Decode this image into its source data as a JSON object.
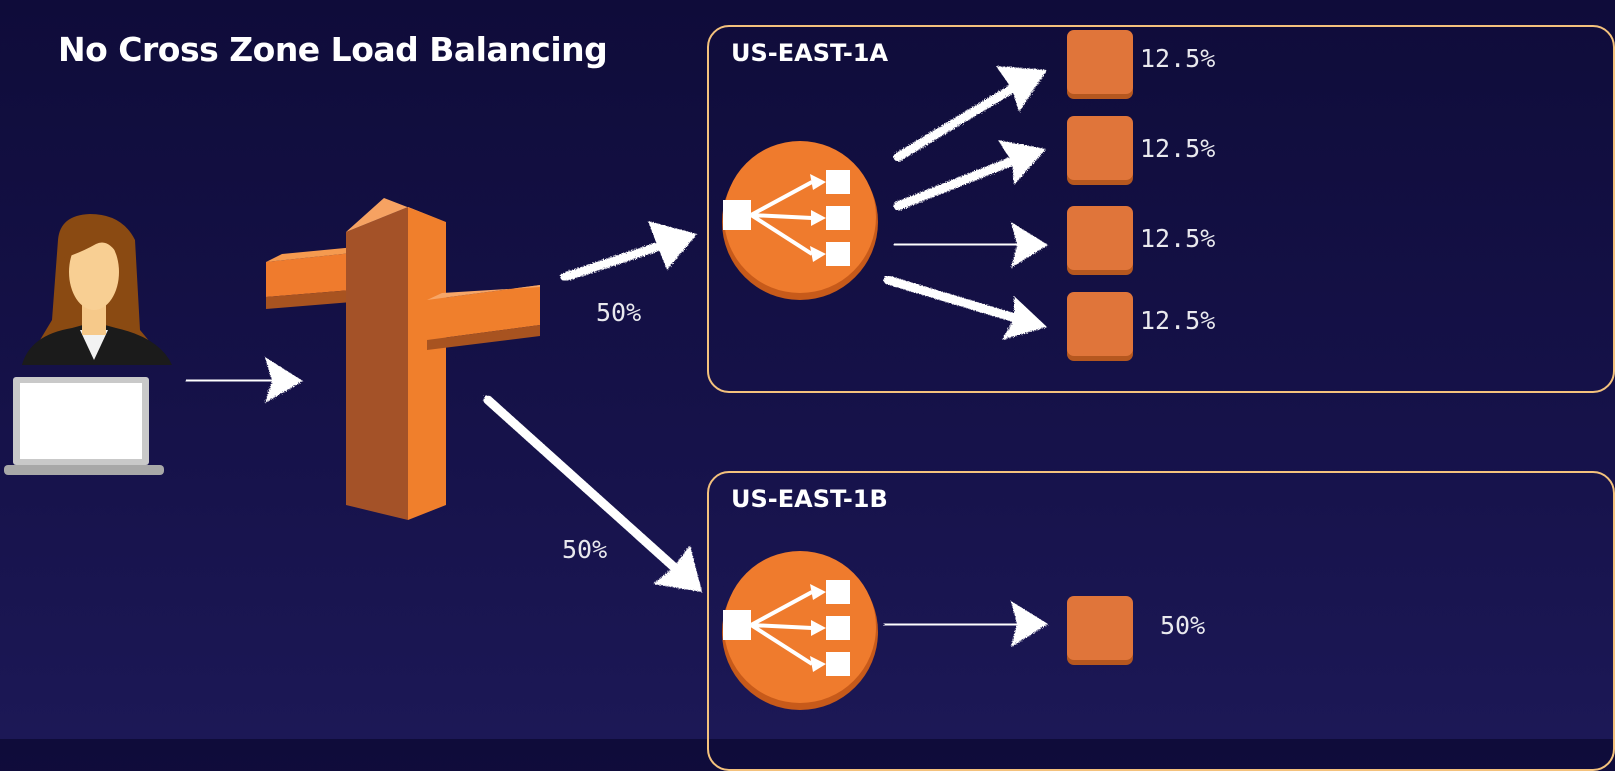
{
  "title": "No Cross Zone Load Balancing",
  "zones": [
    {
      "label": "US-EAST-1A"
    },
    {
      "label": "US-EAST-1B"
    }
  ],
  "route_labels": {
    "to_zone_a": "50%",
    "to_zone_b": "50%"
  },
  "zone_a_instances": [
    "12.5%",
    "12.5%",
    "12.5%",
    "12.5%"
  ],
  "zone_b_instances": [
    "50%"
  ],
  "icons": {
    "user": "user-at-laptop-icon",
    "dns": "route53-icon",
    "load_balancer": "elastic-load-balancer-icon",
    "instance": "ec2-instance-icon"
  },
  "colors": {
    "background": "#14104a",
    "zone_border": "#f4c27d",
    "aws_orange": "#ef7b2d",
    "instance_orange": "#e0753a"
  }
}
